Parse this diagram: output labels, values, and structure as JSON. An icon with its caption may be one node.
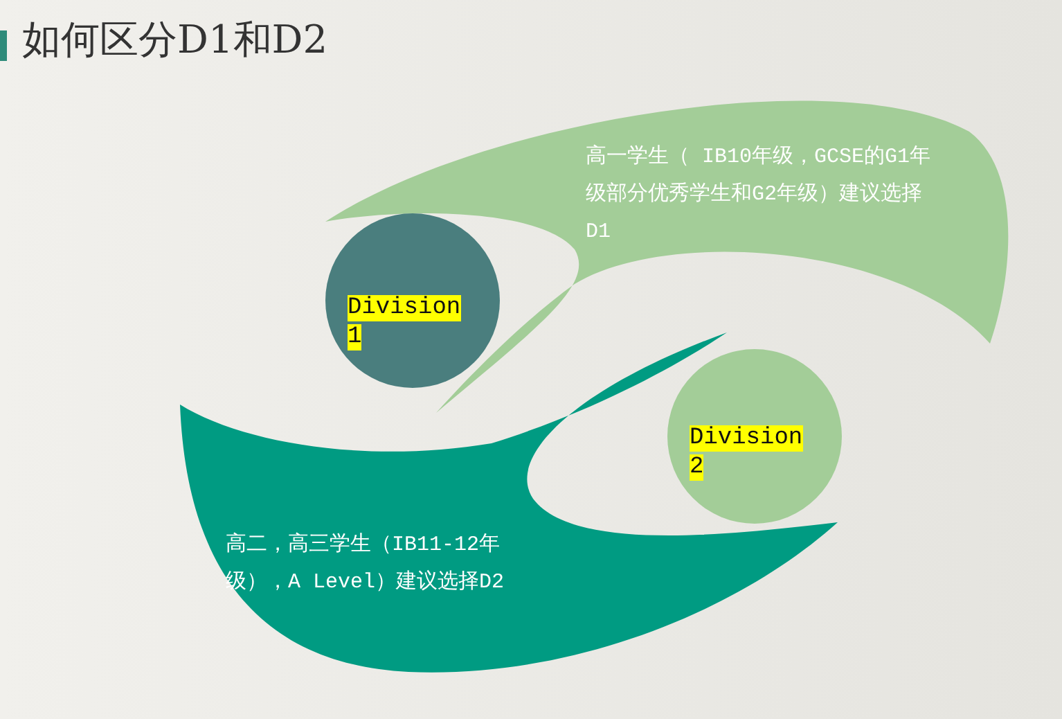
{
  "diagram": {
    "title": "如何区分D1和D2",
    "nodes": [
      {
        "text": [
          "高一学生（ IB10年级，GCSE的G1年级部分优秀学生和G2年级）建议选择D1"
        ]
      },
      {
        "text": [
          "Division 1"
        ]
      },
      {
        "text": [
          "Division 2"
        ]
      },
      {
        "text": [
          "高二，高三学生（IB11-12年级），A Level）建议选择D2"
        ]
      }
    ]
  }
}
